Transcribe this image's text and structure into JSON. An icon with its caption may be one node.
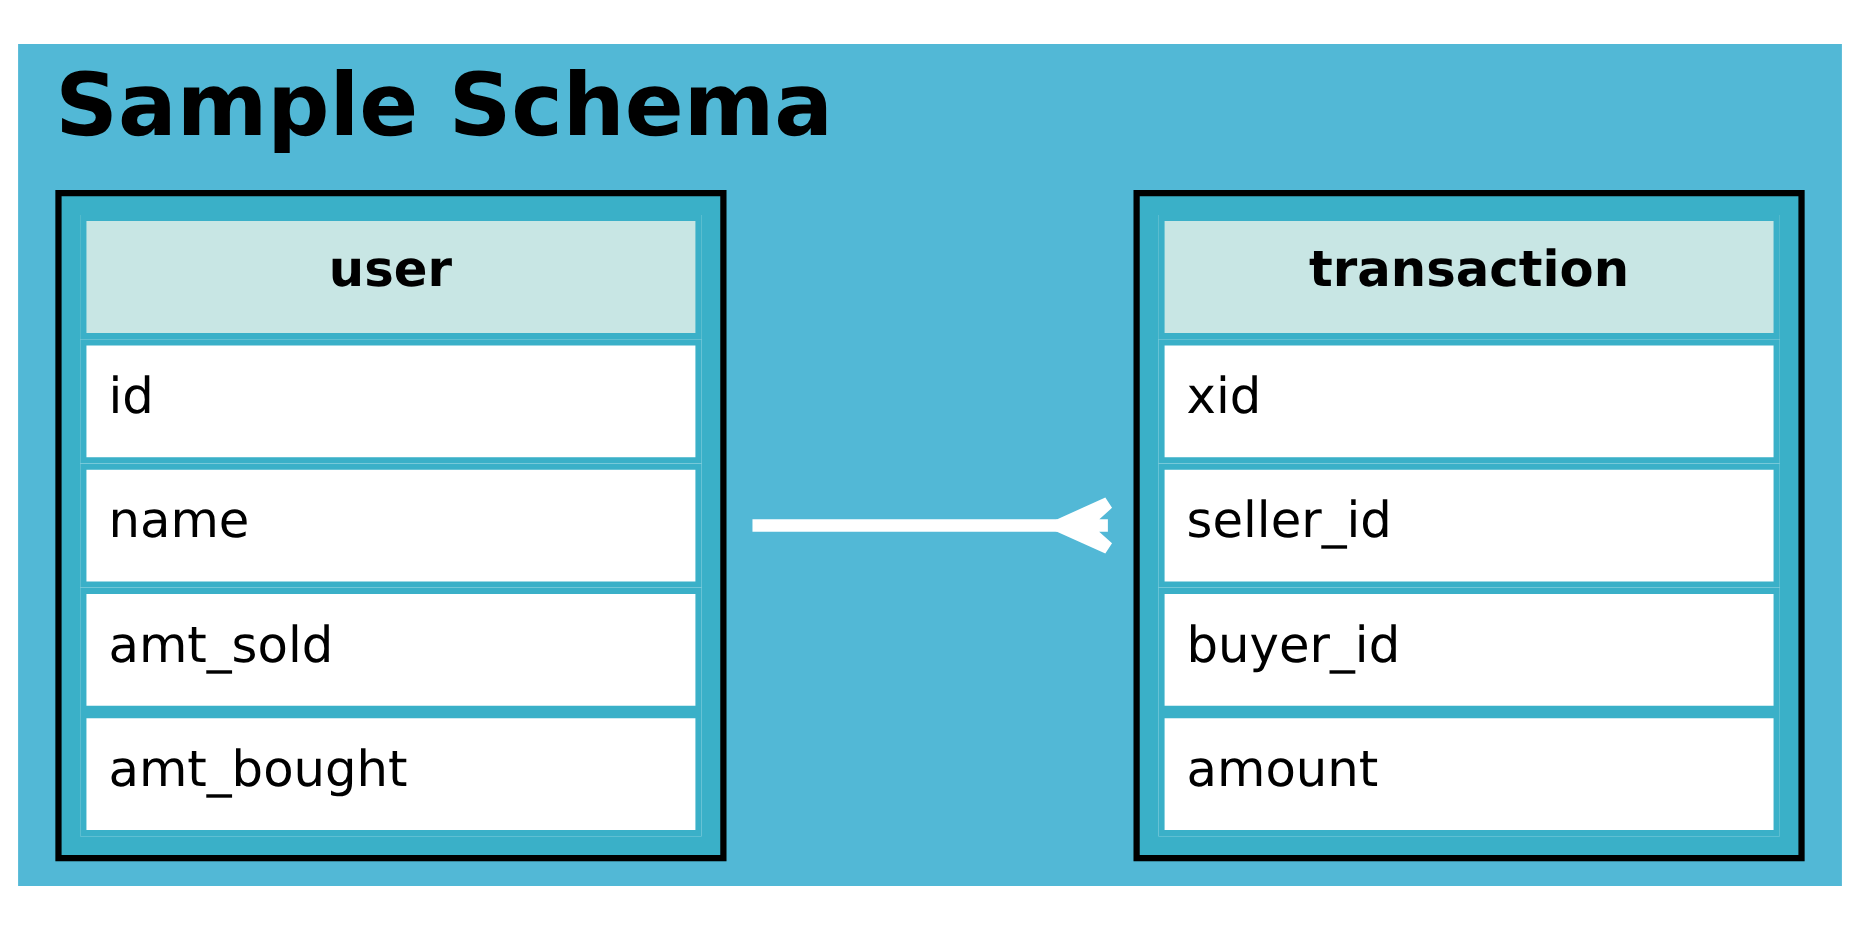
{
  "diagram": {
    "title": "Sample Schema",
    "nodes": [
      {
        "text": [
          "user",
          "id",
          "name",
          "amt_sold",
          "amt_bought"
        ]
      },
      {
        "text": [
          "transaction",
          "xid",
          "seller_id",
          "buyer_id",
          "amount"
        ]
      }
    ],
    "edges": [
      {
        "from": 0,
        "to": 1,
        "arrow": "other"
      }
    ]
  }
}
